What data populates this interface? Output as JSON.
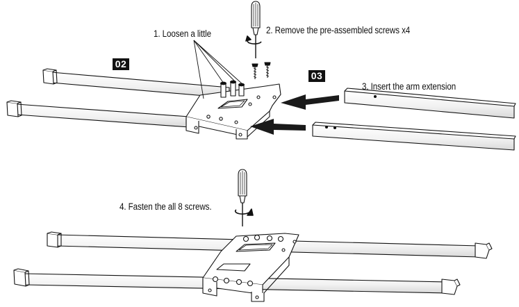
{
  "parts": {
    "part_a": "02",
    "part_b": "03"
  },
  "steps": [
    {
      "text": "1. Loosen a little"
    },
    {
      "text": "2. Remove the pre-assembled screws x4"
    },
    {
      "text": "3. Insert the arm extension"
    },
    {
      "text": "4. Fasten the all 8 screws."
    }
  ],
  "colors": {
    "line": "#111111",
    "fill": "#ffffff",
    "arrow": "#1a1a1a",
    "badge_bg": "#111111",
    "badge_text": "#ffffff"
  },
  "icons": [
    "screwdriver-icon",
    "rotate-arrow-icon",
    "insert-arrow-icon",
    "screw-icon"
  ]
}
